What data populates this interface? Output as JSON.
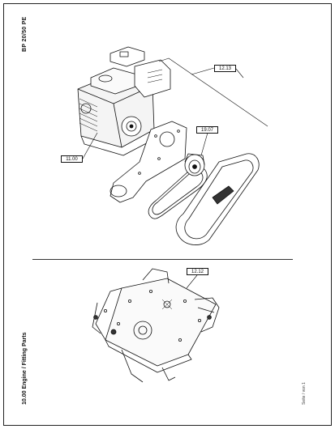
{
  "header": {
    "model_code": "BP 20/50 PE"
  },
  "footer": {
    "section_title": "10.00 Engine / Fitting Parts",
    "page_number": "Seite / von 1"
  },
  "callouts": {
    "belt_guard": "12.13",
    "v_belt": "19.07",
    "engine": "11.00",
    "engine_frame": "12.12"
  }
}
